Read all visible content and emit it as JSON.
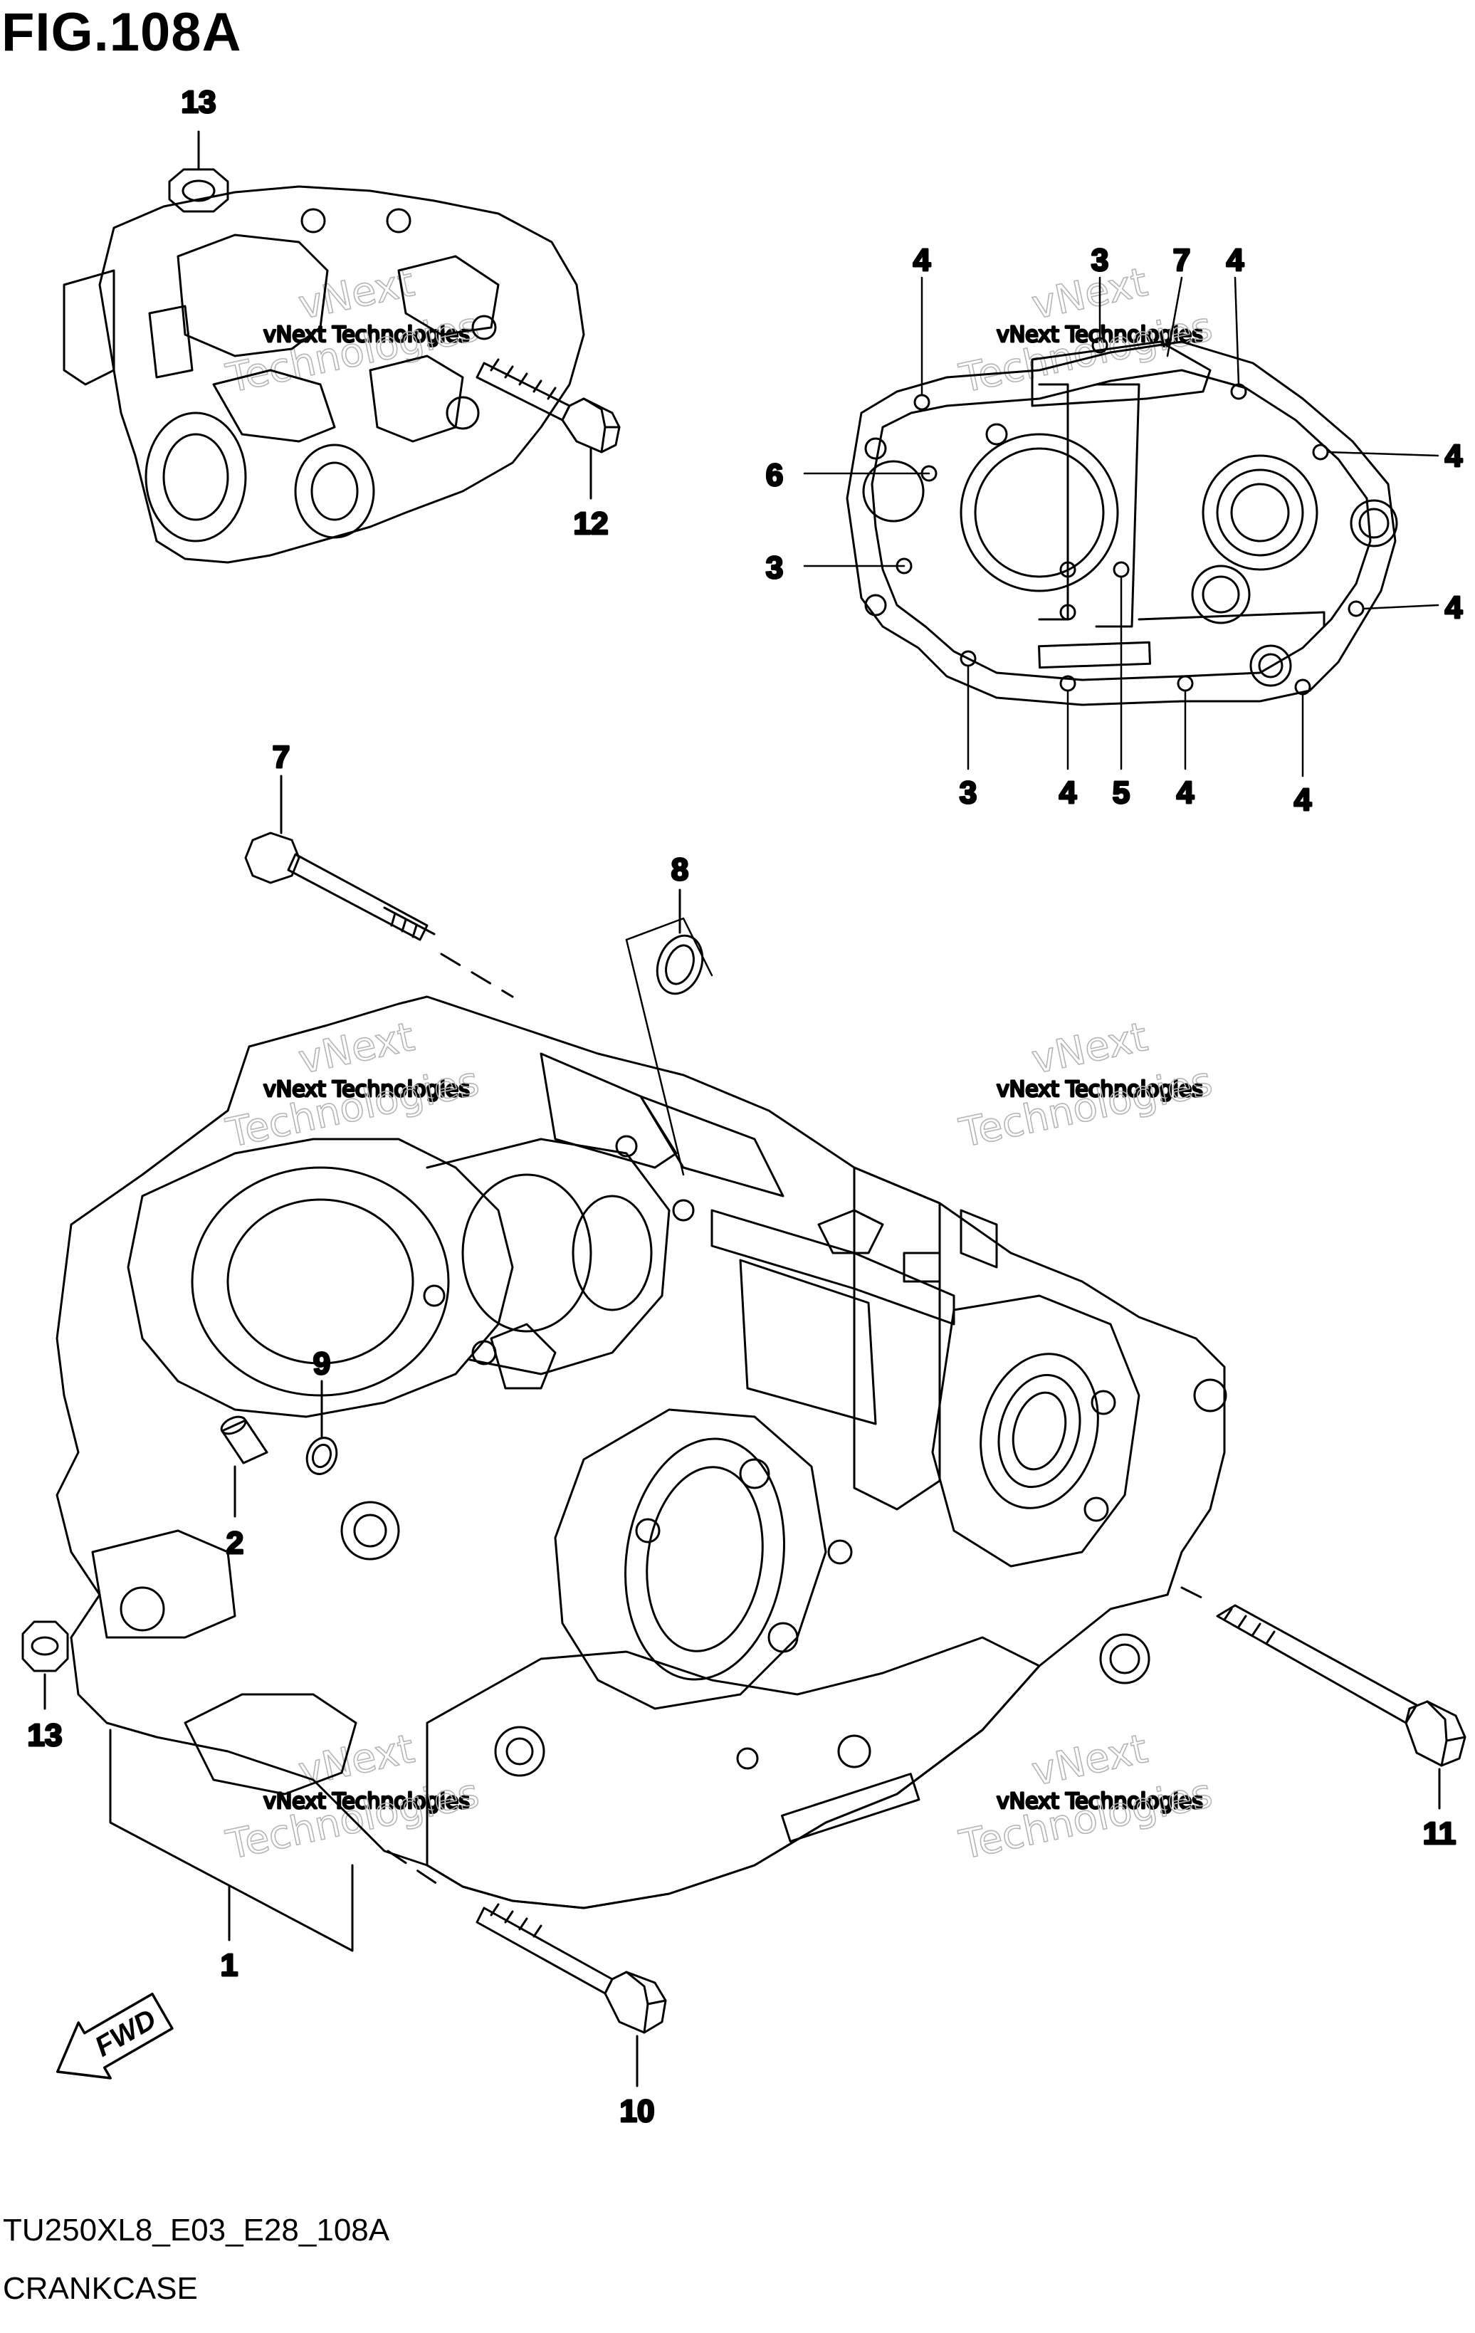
{
  "figure": {
    "title": "FIG.108A",
    "code": "TU250XL8_E03_E28_108A",
    "name": "CRANKCASE"
  },
  "watermark": {
    "line1": "vNext Technologies",
    "line2": "vNext",
    "line3": "Technologies"
  },
  "fwd_label": "FWD",
  "callouts": {
    "c1": "1",
    "c2": "2",
    "c3a": "3",
    "c3b": "3",
    "c3c": "3",
    "c4a": "4",
    "c4b": "4",
    "c4c": "4",
    "c4d": "4",
    "c4e": "4",
    "c4f": "4",
    "c4g": "4",
    "c5": "5",
    "c6": "6",
    "c7a": "7",
    "c7b": "7",
    "c8": "8",
    "c9": "9",
    "c10": "10",
    "c11": "11",
    "c12": "12",
    "c13a": "13",
    "c13b": "13"
  }
}
